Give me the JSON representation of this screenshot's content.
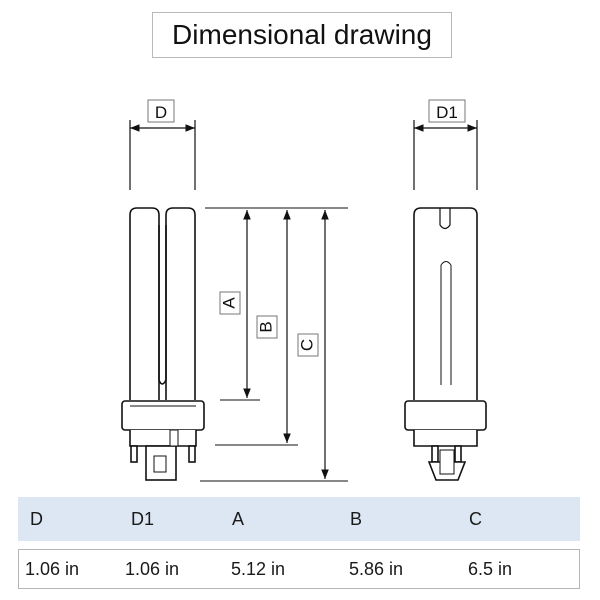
{
  "title": "Dimensional drawing",
  "labels": {
    "D": "D",
    "D1": "D1",
    "A": "A",
    "B": "B",
    "C": "C"
  },
  "table": {
    "headers": [
      "D",
      "D1",
      "A",
      "B",
      "C"
    ],
    "values": [
      "1.06 in",
      "1.06 in",
      "5.12 in",
      "5.86 in",
      "6.5 in"
    ]
  }
}
